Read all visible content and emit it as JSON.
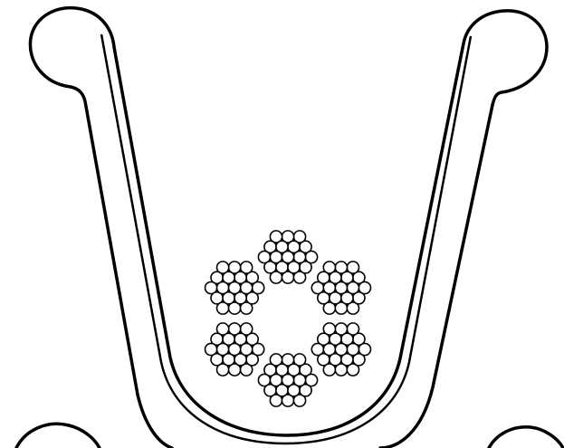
{
  "diagram": {
    "subject": "wire-rope-in-sheave-groove",
    "line_color": "#000000",
    "fill_color": "#ffffff",
    "strands": 6,
    "wires_per_strand": 19,
    "core": "open-core"
  }
}
